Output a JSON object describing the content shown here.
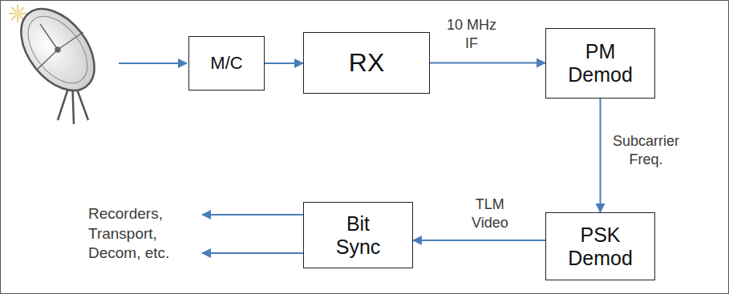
{
  "diagram": {
    "nodes": [
      {
        "text": [
          "M/C"
        ]
      },
      {
        "text": [
          "RX"
        ]
      },
      {
        "text": [
          "PM Demod"
        ]
      },
      {
        "text": [
          "PSK Demod"
        ]
      },
      {
        "text": [
          "Bit Sync"
        ]
      }
    ],
    "edges": [
      {
        "from": 0,
        "to": 1,
        "arrow": "to"
      },
      {
        "from": 1,
        "to": 2,
        "label": "10 MHz IF",
        "arrow": "to"
      },
      {
        "from": 2,
        "to": 3,
        "label": "Subcarrier Freq.",
        "arrow": "to"
      },
      {
        "from": 3,
        "to": 4,
        "label": "TLM Video",
        "arrow": "to"
      }
    ],
    "labels": [
      "Recorders, Transport, Decom, etc."
    ]
  }
}
